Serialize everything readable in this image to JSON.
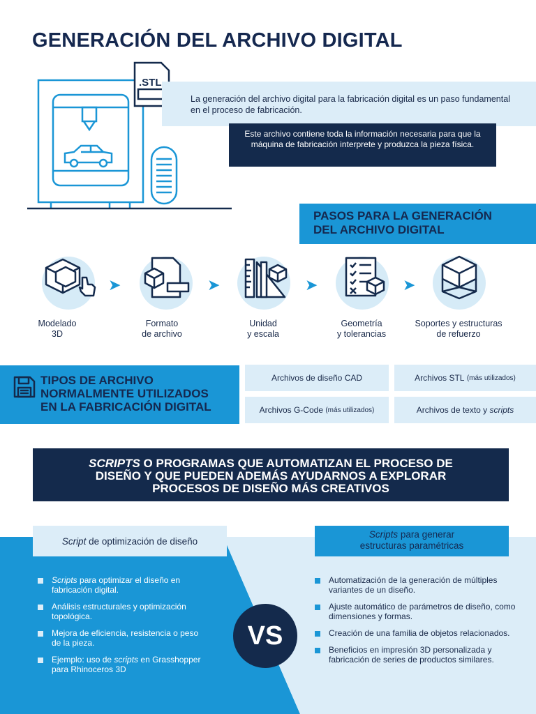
{
  "title": "GENERACIÓN DEL ARCHIVO DIGITAL",
  "file_badge": ".STL",
  "intro": "La generación del archivo digital para la fabricación digital es un paso fundamental en el proceso de fabricación.",
  "info_box": "Este archivo contiene toda la información necesaria para que la máquina de fabricación interprete y produzca la pieza física.",
  "steps_heading": {
    "line1": "PASOS PARA LA GENERACIÓN",
    "line2": "DEL ARCHIVO DIGITAL"
  },
  "steps": [
    {
      "line1": "Modelado",
      "line2": "3D",
      "icon": "cube-cursor-icon"
    },
    {
      "line1": "Formato",
      "line2": "de archivo",
      "icon": "file-format-icon"
    },
    {
      "line1": "Unidad",
      "line2": "y escala",
      "icon": "ruler-scale-icon"
    },
    {
      "line1": "Geometría",
      "line2": "y tolerancias",
      "icon": "checklist-icon"
    },
    {
      "line1": "Soportes y estructuras",
      "line2": "de refuerzo",
      "icon": "support-cube-icon"
    }
  ],
  "types_heading": {
    "line1": "TIPOS DE ARCHIVO",
    "line2": "NORMALMENTE UTILIZADOS",
    "line3": "EN LA FABRICACIÓN DIGITAL"
  },
  "file_types": {
    "cad": "Archivos de diseño CAD",
    "stl": "Archivos STL",
    "stl_note": "(más utilizados)",
    "gcode": "Archivos G-Code",
    "gcode_note": "(más utilizados)",
    "text_prefix": "Archivos de texto y",
    "text_em": "scripts"
  },
  "banner": {
    "em": "SCRIPTS",
    "line1_rest": " O PROGRAMAS QUE AUTOMATIZAN EL PROCESO DE",
    "line2": "DISEÑO Y QUE PUEDEN ADEMÁS AYUDARNOS A EXPLORAR",
    "line3": "PROCESOS DE DISEÑO MÁS CREATIVOS"
  },
  "left_col": {
    "label_em": "Script",
    "label_rest": " de optimización de diseño",
    "items": [
      {
        "em": "Scripts",
        "rest": " para optimizar el diseño en fabricación digital."
      },
      {
        "em": "",
        "rest": "Análisis estructurales y optimización topológica."
      },
      {
        "em": "",
        "rest": "Mejora de eficiencia, resistencia o peso de la pieza."
      },
      {
        "pre": "Ejemplo: uso de ",
        "em": "scripts",
        "rest": " en Grasshopper para Rhinoceros 3D"
      }
    ]
  },
  "right_col": {
    "label_em": "Scripts",
    "label_rest": " para generar",
    "label_line2": "estructuras paramétricas",
    "items": [
      "Automatización de la generación de múltiples variantes de un diseño.",
      "Ajuste automático de parámetros de diseño, como dimensiones y formas.",
      "Creación de una familia de objetos relacionados.",
      "Beneficios en impresión 3D personalizada y fabricación de series de productos similares."
    ]
  },
  "vs": "VS",
  "colors": {
    "navy": "#142a4c",
    "blue": "#1a96d6",
    "light": "#dcedf8"
  }
}
